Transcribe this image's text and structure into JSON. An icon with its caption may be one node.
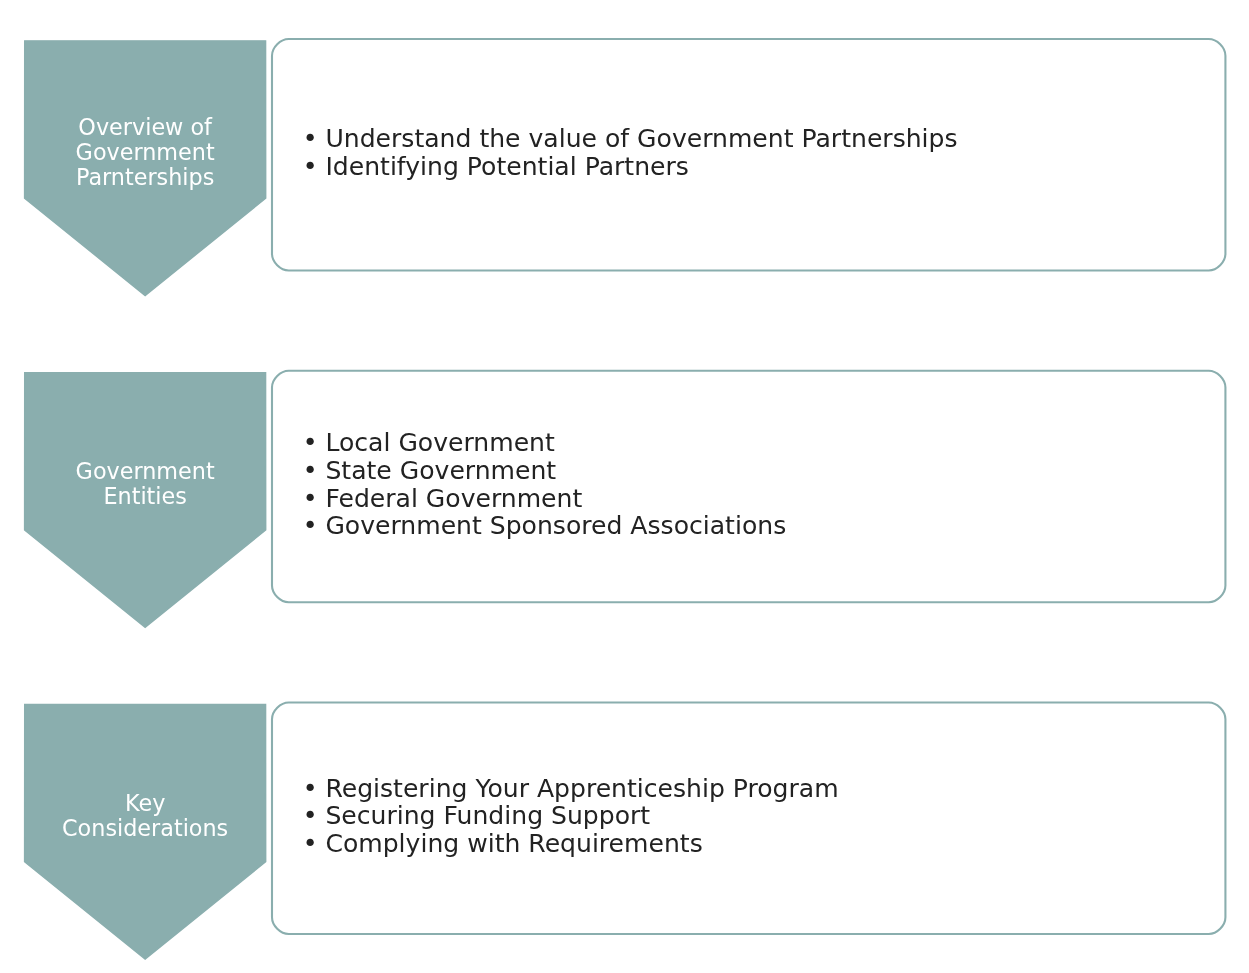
{
  "diagram": {
    "nodes": [
      {
        "text": [
          "Overview of Government Parnterships"
        ]
      },
      {
        "text": [
          "• Understand the value of Government Partnerships",
          "• Identifying Potential Partners"
        ]
      },
      {
        "text": [
          "Government Entities"
        ]
      },
      {
        "text": [
          "• Local Government",
          "• State Government",
          "• Federal Government",
          "• Government Sponsored Associations"
        ]
      },
      {
        "text": [
          "Key Considerations"
        ]
      },
      {
        "text": [
          "• Registering Your Apprenticeship Program",
          "• Securing Funding Support",
          "• Complying with Requirements"
        ]
      }
    ]
  }
}
